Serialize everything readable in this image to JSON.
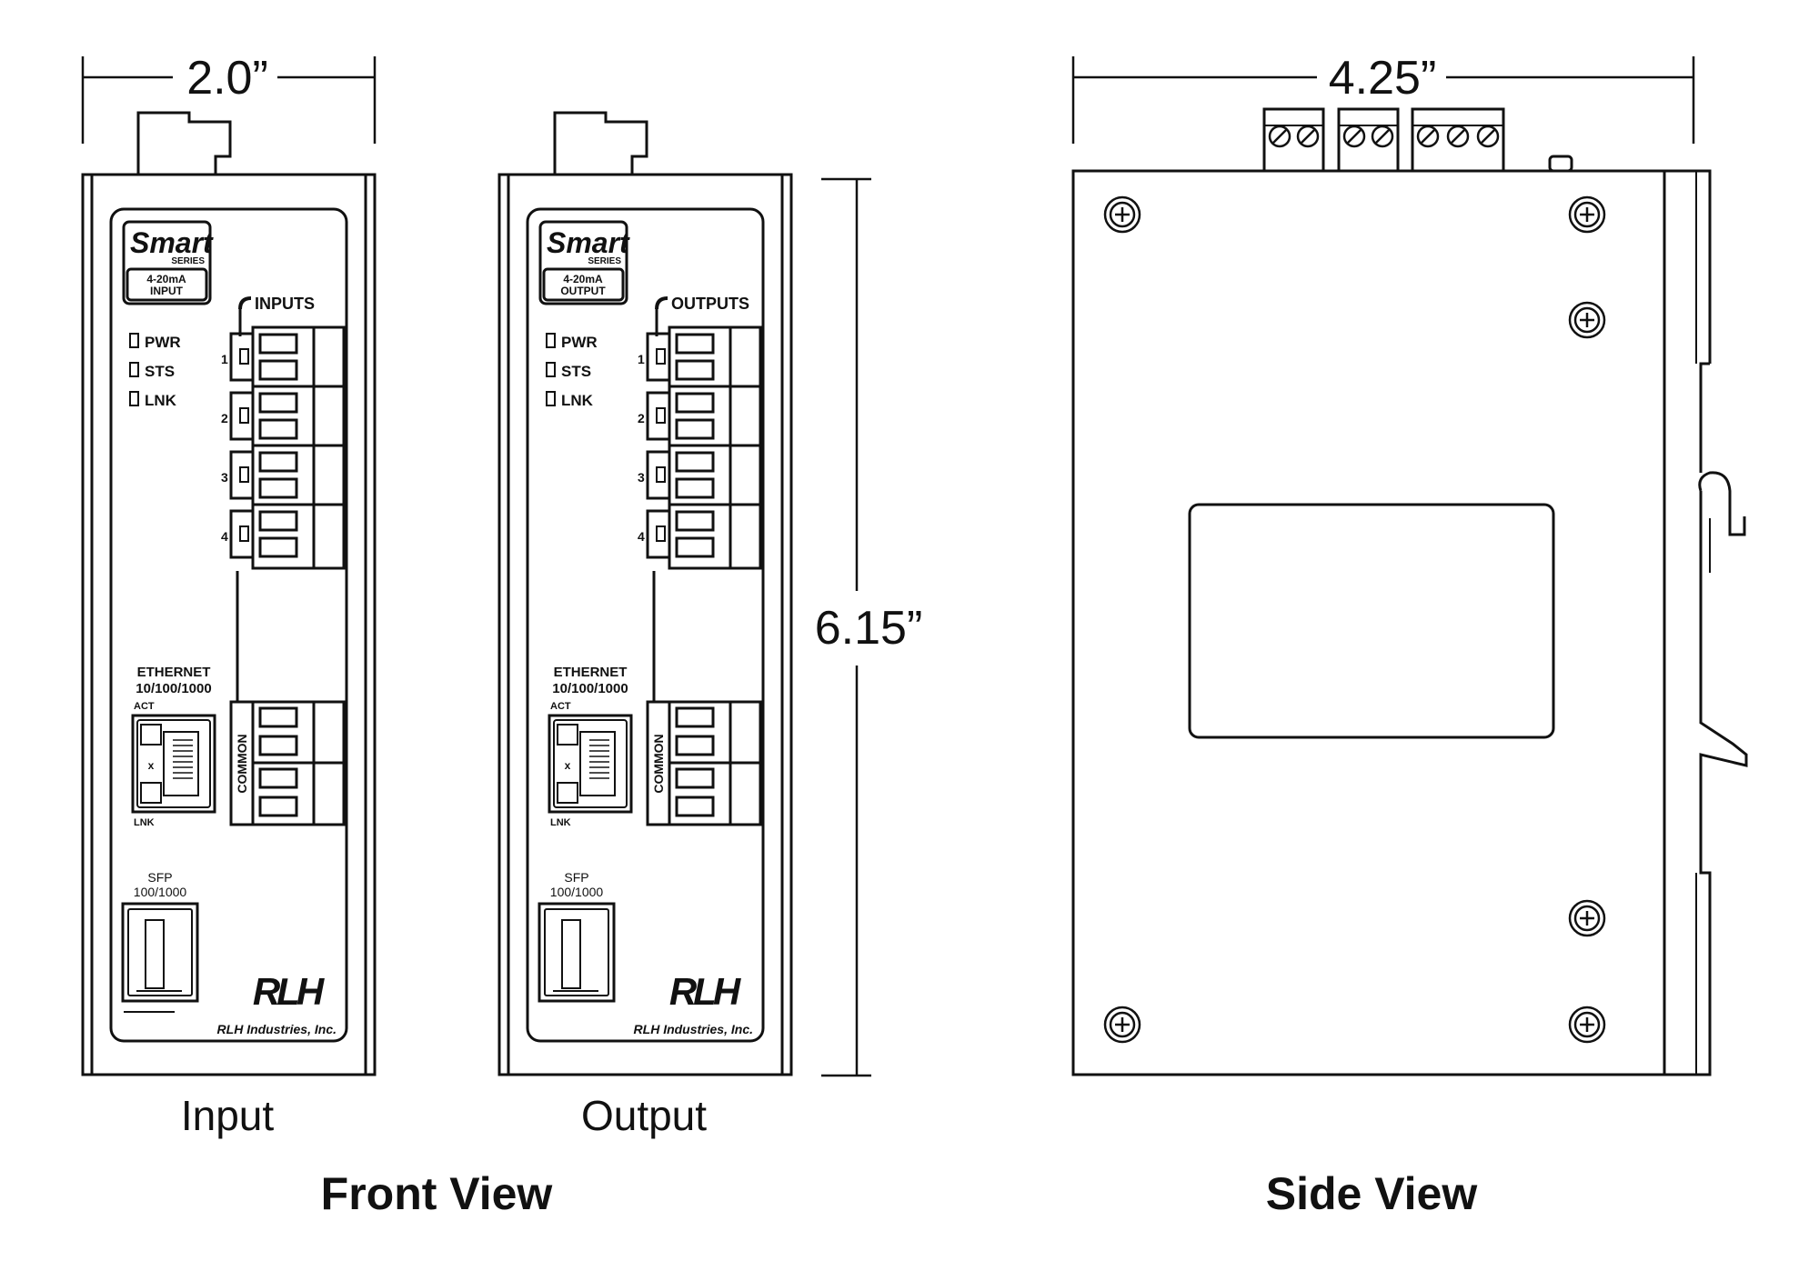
{
  "dimensions": {
    "front_width": "2.0”",
    "height": "6.15”",
    "side_width": "4.25”"
  },
  "front_panel": {
    "brand": "Smart",
    "series": "SERIES",
    "leds": [
      "PWR",
      "STS",
      "LNK"
    ],
    "channel_numbers": [
      "1",
      "2",
      "3",
      "4"
    ],
    "common_label": "COMMON",
    "ethernet_title": "ETHERNET",
    "ethernet_speed": "10/100/1000",
    "act_label": "ACT",
    "lnk_label": "LNK",
    "x_mark": "x",
    "sfp_title": "SFP",
    "sfp_speed": "100/1000",
    "logo_text": "RLH",
    "company": "RLH Industries, Inc."
  },
  "views": {
    "input": {
      "badge_line1": "4-20mA",
      "badge_line2": "INPUT",
      "terminal_header": "INPUTS",
      "caption": "Input"
    },
    "output": {
      "badge_line1": "4-20mA",
      "badge_line2": "OUTPUT",
      "terminal_header": "OUTPUTS",
      "caption": "Output"
    }
  },
  "headings": {
    "front_view": "Front View",
    "side_view": "Side View"
  }
}
